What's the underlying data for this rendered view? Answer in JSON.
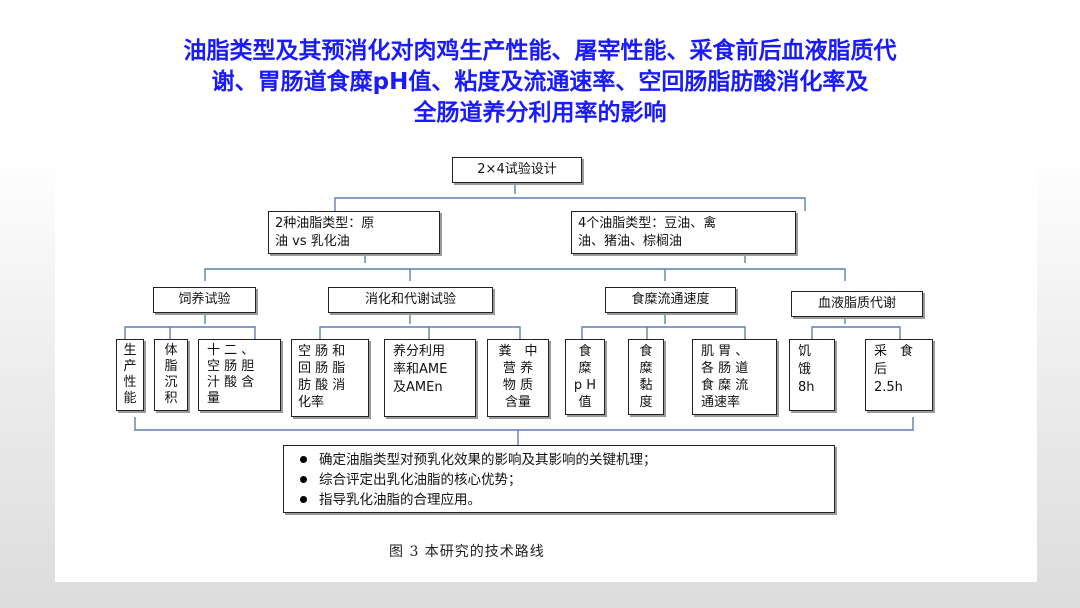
{
  "title": {
    "line1": "油脂类型及其预消化对肉鸡生产性能、屠宰性能、采食前后血液脂质代",
    "line2": "谢、胃肠道食糜pH值、粘度及流通速率、空回肠脂肪酸消化率及",
    "line3": "全肠道养分利用率的影响"
  },
  "diagram": {
    "root": "2×4试验设计",
    "factor_a": [
      "2种油脂类型：原",
      "油 vs 乳化油"
    ],
    "factor_b": [
      "4个油脂类型：豆油、禽",
      "油、猪油、棕榈油"
    ],
    "categories": {
      "feeding": "饲养试验",
      "digestion": "消化和代谢试验",
      "chyme": "食糜流通速度",
      "blood": "血液脂质代谢"
    },
    "leaves": {
      "production": [
        "生",
        "产",
        "性",
        "能"
      ],
      "body_fat": [
        "体",
        "脂",
        "沉",
        "积"
      ],
      "bile": [
        "十 二 、",
        "空 肠 胆",
        "汁 酸 含",
        "量"
      ],
      "fa_digest": [
        "空 肠 和",
        "回 肠 脂",
        "肪 酸 消",
        "化率"
      ],
      "nutrient": [
        "养分利用",
        "率和AME",
        "及AMEn"
      ],
      "fecal": [
        "粪　中",
        "营 养",
        "物 质",
        "含量"
      ],
      "ph": [
        "食",
        "糜",
        "p H",
        "值"
      ],
      "viscosity": [
        "食",
        "糜",
        "黏",
        "度"
      ],
      "passage": [
        "肌 胃 、",
        "各 肠 道",
        "食 糜 流",
        "通速率"
      ],
      "fasting": [
        "饥",
        "饿",
        "8h"
      ],
      "fed": [
        "采　食",
        "后",
        "2.5h"
      ]
    },
    "outcomes": [
      "确定油脂类型对预乳化效果的影响及其影响的关键机理；",
      "综合评定出乳化油脂的核心优势；",
      "指导乳化油脂的合理应用。"
    ],
    "caption": "图 3  本研究的技术路线"
  },
  "colors": {
    "title": "#1a1aff",
    "line": "#5b7fb0"
  }
}
